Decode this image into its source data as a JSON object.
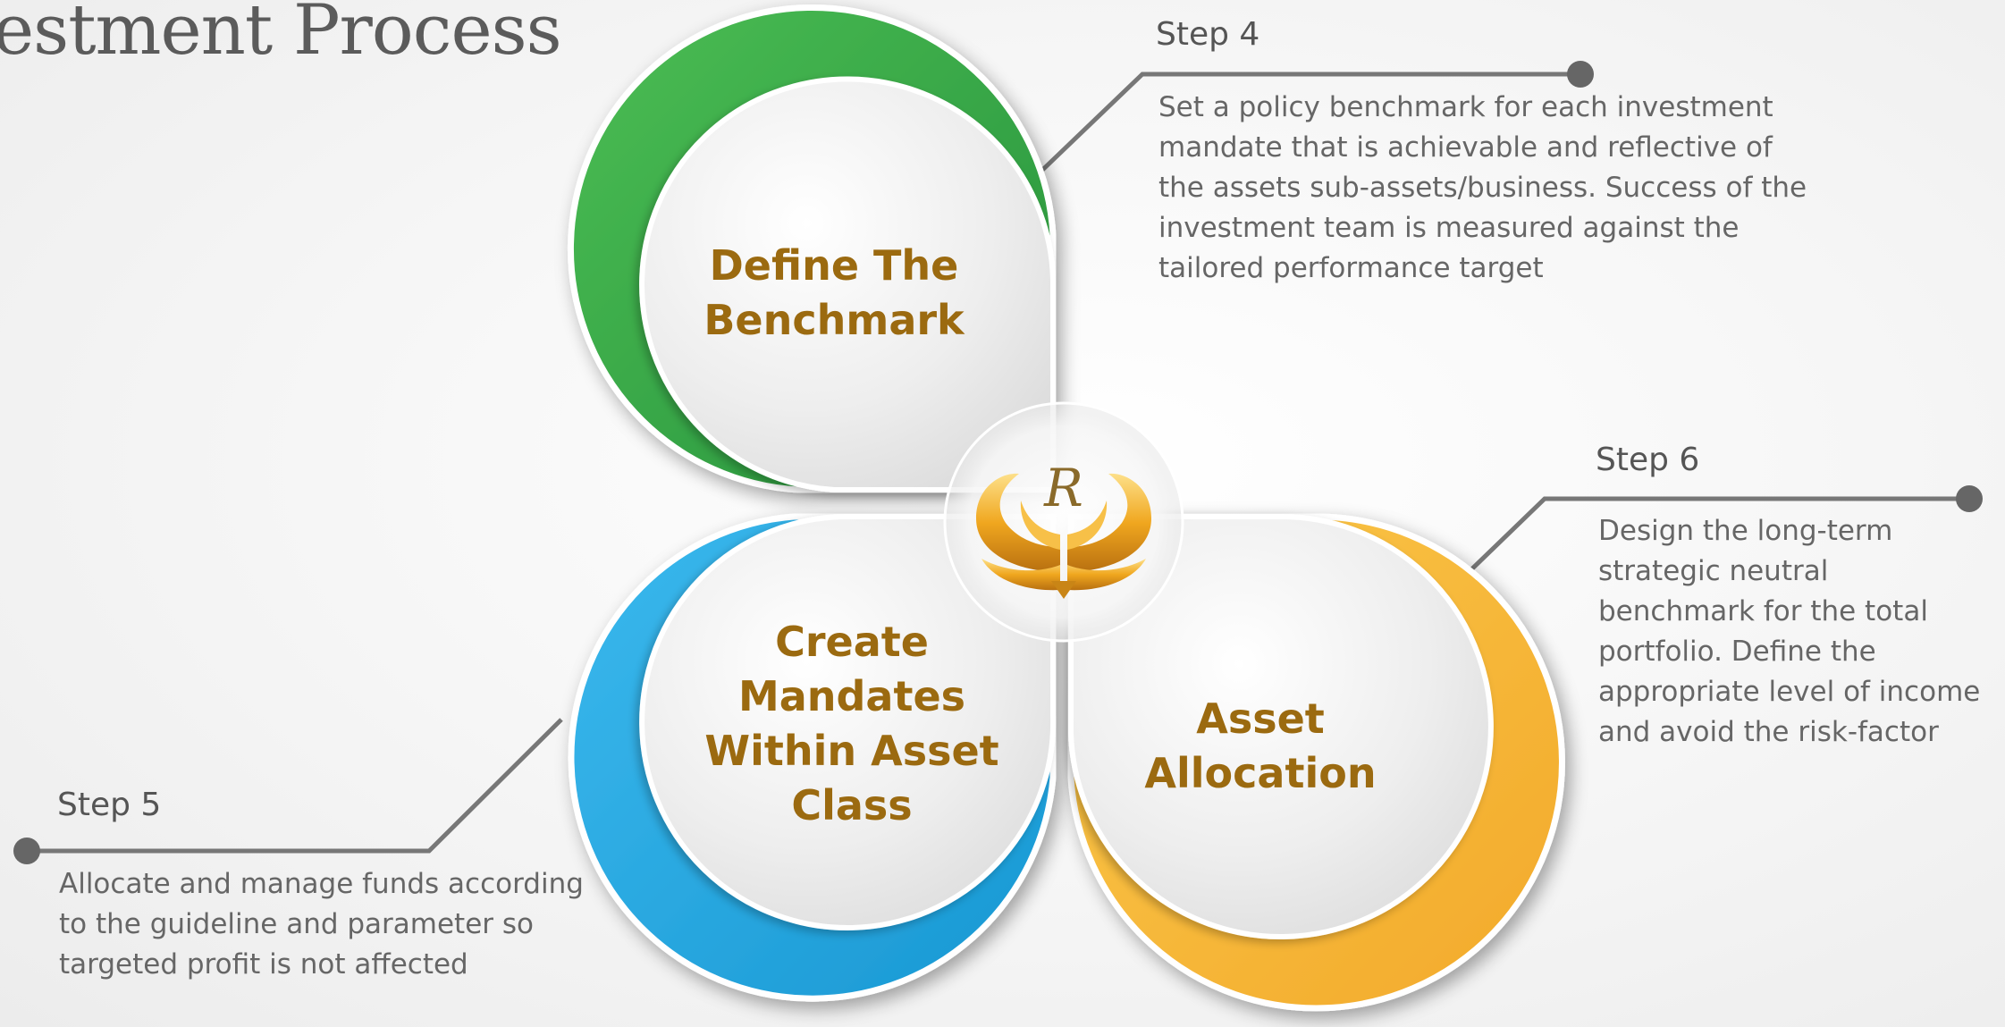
{
  "title": "estment Process",
  "colors": {
    "green": "#3aab4b",
    "blue": "#29abe2",
    "yellow": "#f9bb3a",
    "label": "#9b6a10",
    "connector": "#777777"
  },
  "logo": {
    "letter": "R",
    "name": "winged-R-emblem"
  },
  "circles": {
    "benchmark": "Define The Benchmark",
    "mandates": "Create Mandates Within Asset Class",
    "allocation": "Asset Allocation"
  },
  "steps": {
    "step4": {
      "title": "Step 4",
      "text": "Set a policy benchmark for each investment mandate that is achievable and reflective of the assets sub-assets/business. Success of the investment team is measured against the tailored performance target"
    },
    "step5": {
      "title": "Step 5",
      "text": "Allocate and manage funds according to the guideline and parameter so targeted profit is not affected"
    },
    "step6": {
      "title": "Step 6",
      "text": "Design the long-term strategic neutral benchmark for the total portfolio. Define the appropriate level of income and avoid the risk-factor"
    }
  }
}
